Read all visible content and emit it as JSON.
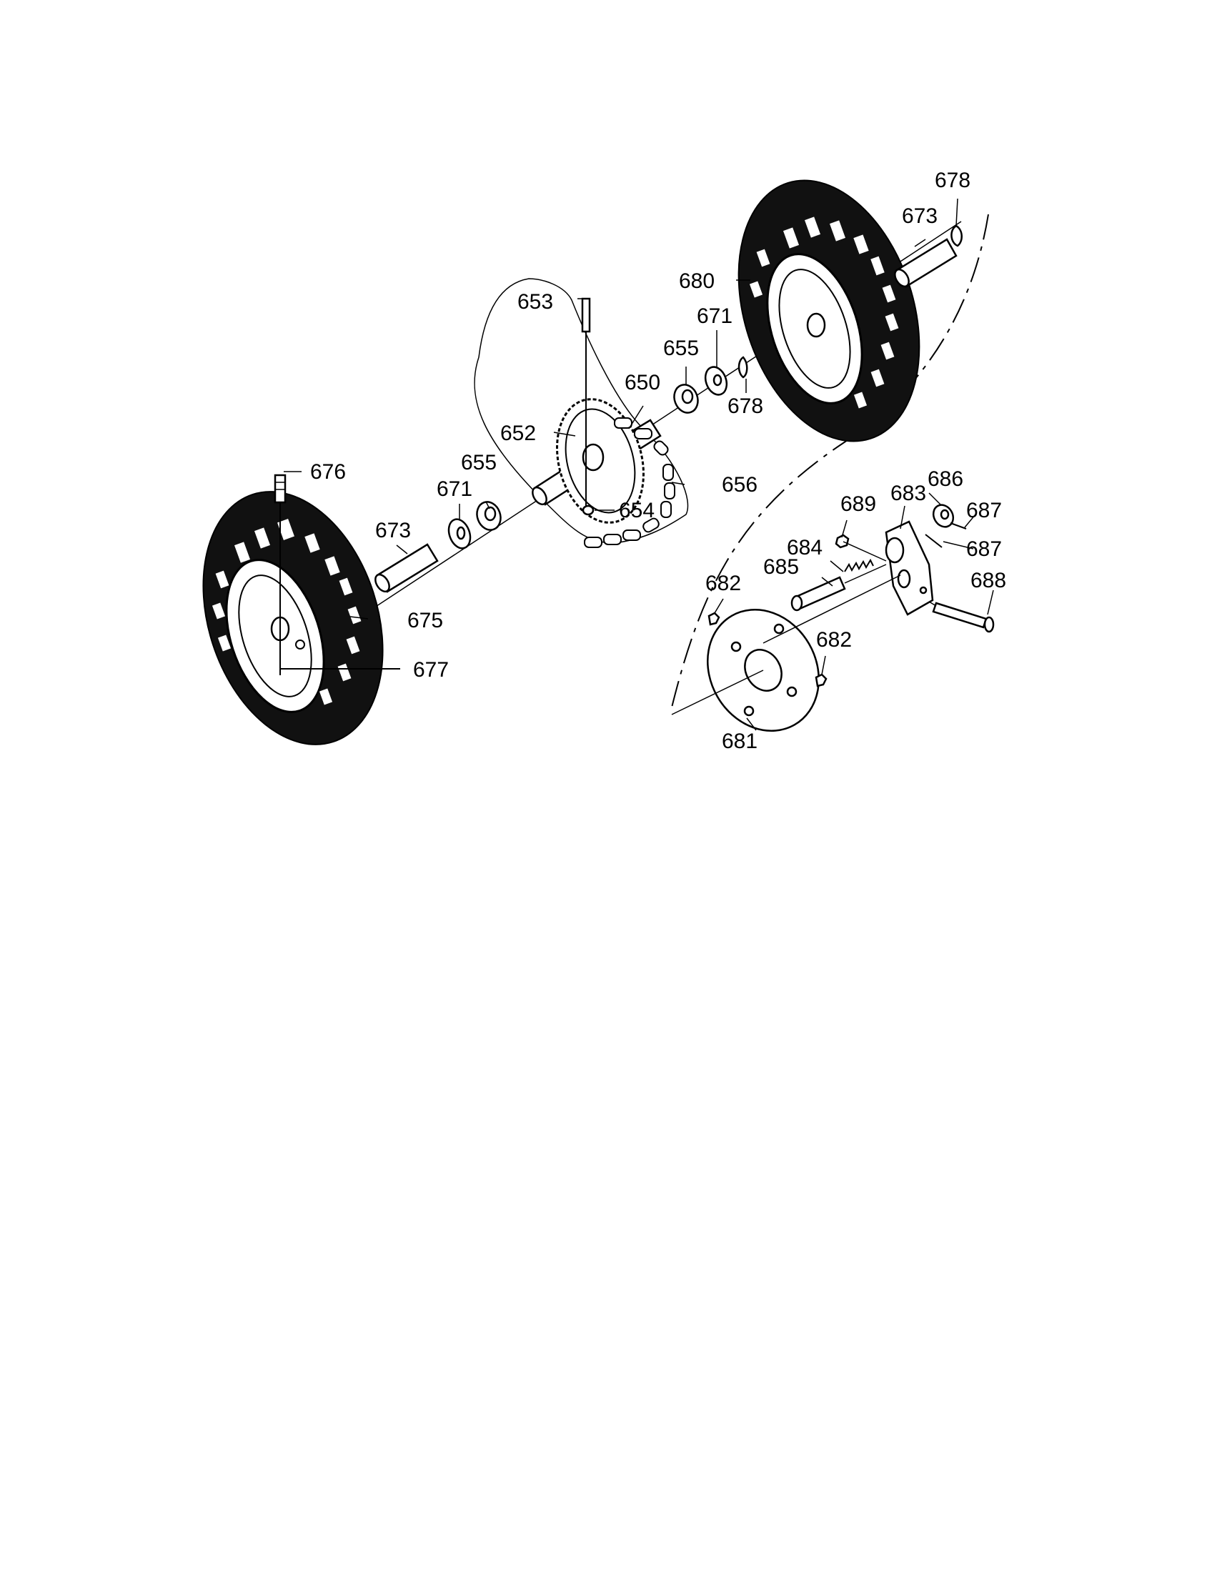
{
  "diagram": {
    "callouts": {
      "c650": "650",
      "c652": "652",
      "c653": "653",
      "c654": "654",
      "c655a": "655",
      "c655b": "655",
      "c656": "656",
      "c671a": "671",
      "c671b": "671",
      "c673a": "673",
      "c673b": "673",
      "c675": "675",
      "c676": "676",
      "c677": "677",
      "c678a": "678",
      "c678b": "678",
      "c680": "680",
      "c681": "681",
      "c682a": "682",
      "c682b": "682",
      "c683": "683",
      "c684": "684",
      "c685": "685",
      "c686": "686",
      "c687a": "687",
      "c687b": "687",
      "c688": "688",
      "c689": "689"
    },
    "line_color": "#000000",
    "background": "#ffffff"
  }
}
